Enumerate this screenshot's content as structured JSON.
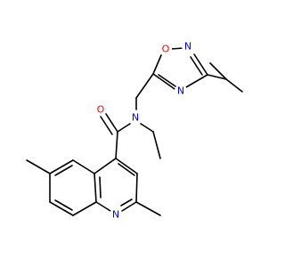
{
  "colors": {
    "background": "#ffffff",
    "bond": "#000000",
    "oxygen": "#ff0000",
    "nitrogen": "#0000ff"
  },
  "molecule": {
    "atoms": {
      "o_ring": "O",
      "n_ring_top": "N",
      "n_ring_bottom": "N",
      "o_carbonyl": "O",
      "n_amide": "N",
      "n_quinoline": "N"
    }
  }
}
